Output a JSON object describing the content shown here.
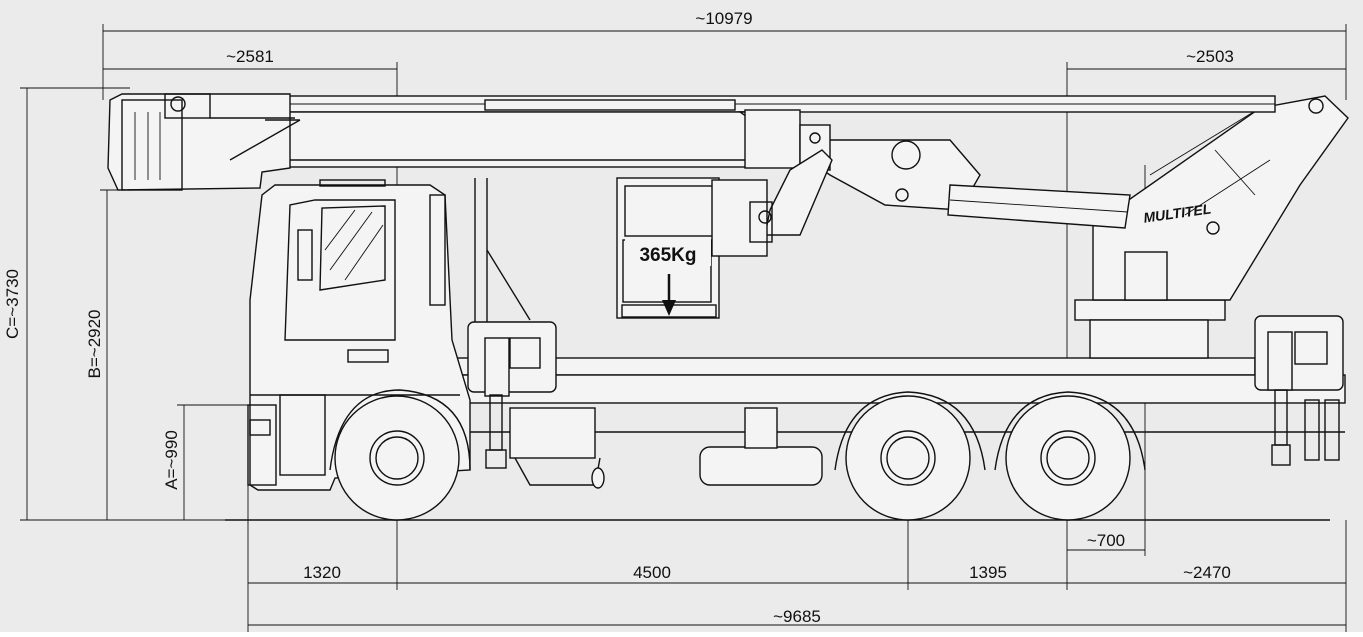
{
  "drawing": {
    "dimensions": {
      "overall_length": "~10979",
      "front_overhang": "~2581",
      "rear_overhang_top": "~2503",
      "height_c": "C=~3730",
      "height_b": "B=~2920",
      "height_a": "A=~990",
      "offset_700": "~700",
      "wheelbase_front": "1320",
      "wheelbase_main": "4500",
      "axle_spacing": "1395",
      "rear_overhang_bottom": "~2470",
      "chassis_length": "~9685"
    },
    "basket_load": "365Kg",
    "brand_logo": "MULTITEL"
  }
}
